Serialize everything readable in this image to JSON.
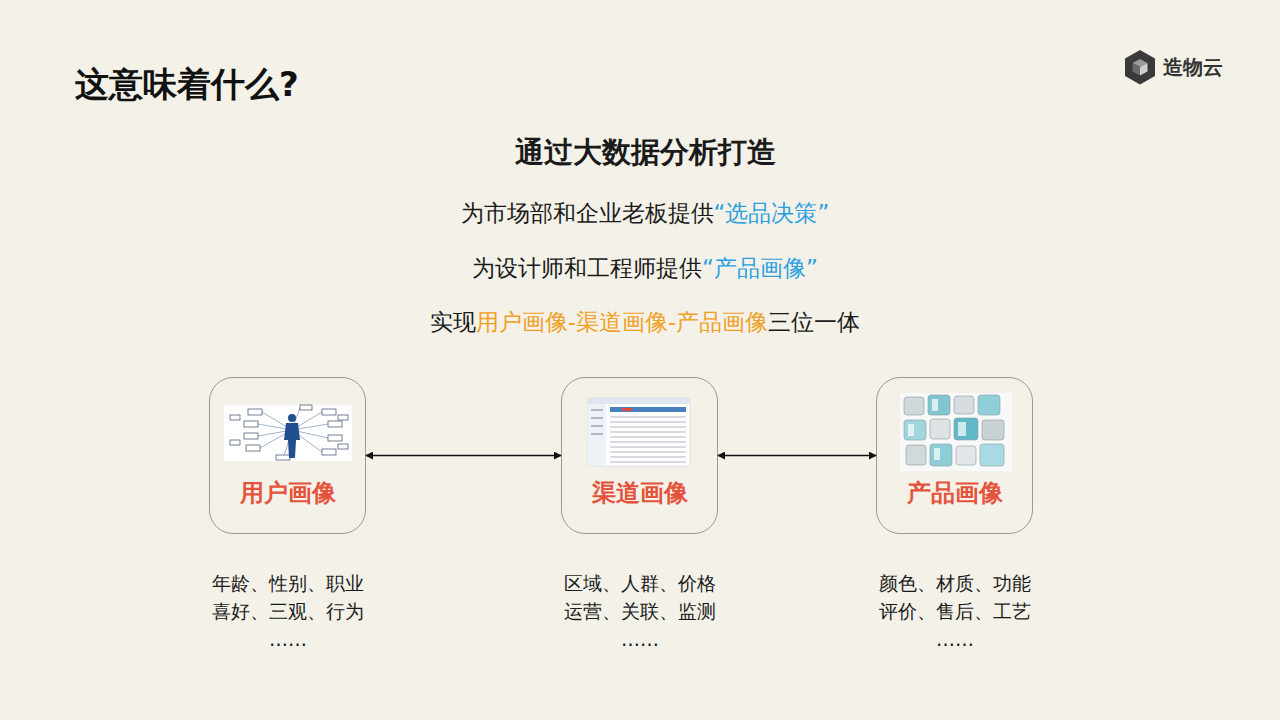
{
  "diagram": {
    "title": "这意味着什么?",
    "nodes": [
      {
        "text": [
          "用户画像"
        ]
      },
      {
        "text": [
          "渠道画像"
        ]
      },
      {
        "text": [
          "产品画像"
        ]
      }
    ],
    "edges": [
      {
        "from": 0,
        "to": 1,
        "arrow": "both"
      },
      {
        "from": 1,
        "to": 2,
        "arrow": "both"
      }
    ],
    "labels": [
      "造物云",
      "通过大数据分析打造",
      "为市场部和企业老板提供",
      "“选品决策”",
      "为设计师和工程师提供",
      "“产品画像”",
      "实现",
      "用户画像-渠道画像-产品画像",
      "三位一体",
      "年龄、性别、职业",
      "喜好、三观、行为",
      "……",
      "区域、人群、价格",
      "运营、关联、监测",
      "……",
      "颜色、材质、功能",
      "评价、售后、工艺",
      "……"
    ]
  }
}
